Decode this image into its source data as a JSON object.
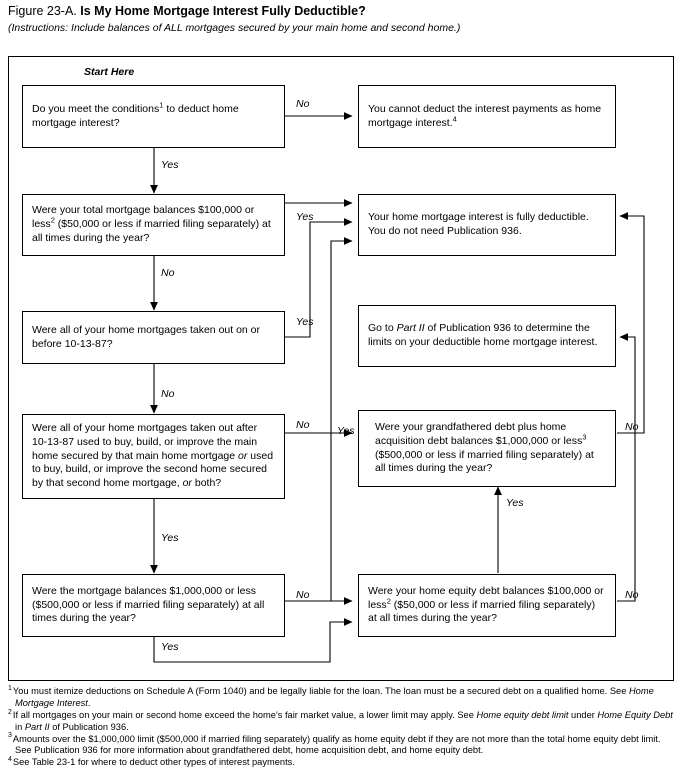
{
  "header": {
    "figure_label": "Figure 23-A.",
    "title": "Is My Home Mortgage Interest Fully Deductible?",
    "instructions": "(Instructions: Include balances of ALL mortgages secured by your main home and second home.)"
  },
  "flowchart": {
    "start_label": "Start Here",
    "nodes": {
      "q1": {
        "id": "conditions-question",
        "text_part1": "Do you meet the conditions",
        "footnote_ref": "1",
        "text_part2": " to deduct home mortgage interest?"
      },
      "r1": {
        "id": "cannot-deduct-result",
        "text_part1": "You cannot deduct the interest payments as home mortgage interest.",
        "footnote_ref": "4",
        "text_part2": ""
      },
      "q2": {
        "id": "total-balances-question",
        "text_part1": "Were your total mortgage balances $100,000 or less",
        "footnote_ref": "2",
        "text_part2": " ($50,000 or less if married filing separately) at all times during the year?"
      },
      "r2": {
        "id": "fully-deductible-result",
        "text": "Your home mortgage interest is fully deductible. You do not need Publication 936."
      },
      "q3": {
        "id": "before-1987-question",
        "text": "Were all of your home mortgages taken out on or before 10-13-87?"
      },
      "r3": {
        "id": "go-to-part-ii-result",
        "text_part1": "Go to ",
        "italic": "Part II",
        "text_part2": " of Publication 936 to determine the limits on your deductible home mortgage interest."
      },
      "q4": {
        "id": "buy-build-improve-question",
        "text_a": "Were all of your home mortgages taken out after 10-13-87 used to buy, build, or improve the main home secured by that main home mortgage ",
        "italic_a": "or",
        "text_b": " used to buy, build, or improve the second home secured by that second home mortgage, ",
        "italic_b": "or",
        "text_c": " both?"
      },
      "q5": {
        "id": "grandfathered-acquisition-question",
        "text_part1": "Were your grandfathered debt plus home acquisition debt balances $1,000,000 or less",
        "footnote_ref": "3",
        "text_part2": " ($500,000 or less if married filing separately) at all times during the year?"
      },
      "q6": {
        "id": "mortgage-balances-question",
        "text": "Were the mortgage balances $1,000,000 or less ($500,000 or less if married filing separately) at all times during the year?"
      },
      "q7": {
        "id": "home-equity-balances-question",
        "text_part1": "Were your home equity debt balances $100,000 or less",
        "footnote_ref": "2",
        "text_part2": " ($50,000 or less if married filing separately) at all times during the year?"
      }
    },
    "edge_labels": {
      "q1_no": "No",
      "q1_yes": "Yes",
      "q2_yes": "Yes",
      "q2_no": "No",
      "q3_yes": "Yes",
      "q3_no": "No",
      "q4_no": "No",
      "q4_yes": "Yes",
      "q5_yes": "Yes",
      "q5_no": "No",
      "q6_yes": "Yes",
      "q6_no": "No",
      "q7_no": "No"
    }
  },
  "footnotes": [
    {
      "marker": "1",
      "text_a": "You must itemize deductions on Schedule A (Form 1040) and be legally liable for the loan. The loan must be a secured debt on a qualified home. See ",
      "italic_a": "Home Mortgage Interest",
      "text_b": "."
    },
    {
      "marker": "2",
      "text_a": "If all mortgages on your main or second home exceed the home's fair market value, a lower limit may apply. See ",
      "italic_a": "Home equity debt limit",
      "text_b": " under ",
      "italic_b": "Home Equity Debt",
      "text_c": " in ",
      "italic_c": "Part II",
      "text_d": " of Publication 936."
    },
    {
      "marker": "3",
      "text_a": "Amounts over the $1,000,000 limit ($500,000 if married filing separately) qualify as home equity debt if they are not more than the total home equity debt limit. See Publication 936 for more information about grandfathered debt, home acquisition debt, and home equity debt."
    },
    {
      "marker": "4",
      "text_a": "See Table 23-1 for where to deduct other types of interest payments."
    }
  ],
  "colors": {
    "line": "#000000",
    "background": "#ffffff",
    "text": "#000000"
  }
}
